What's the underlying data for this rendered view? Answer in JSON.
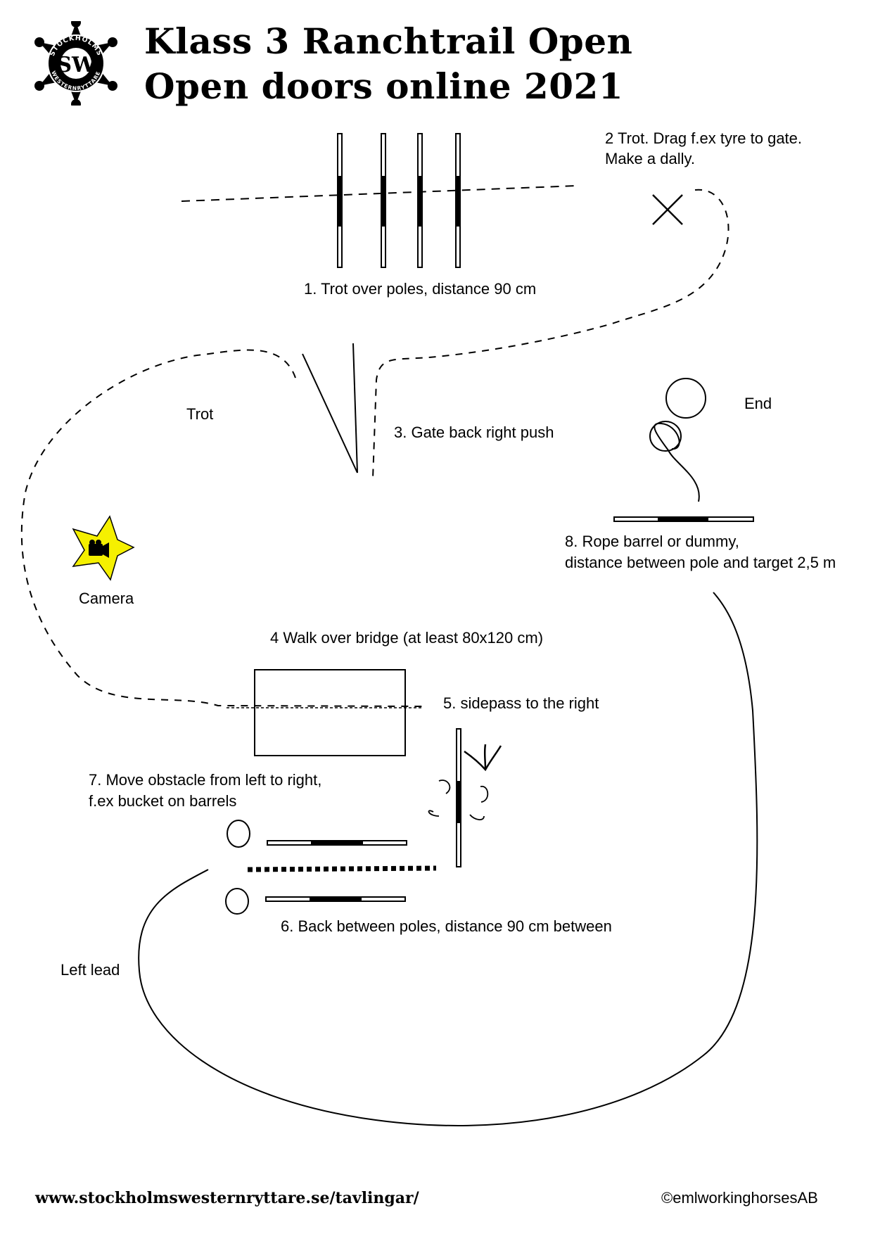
{
  "header": {
    "logo": {
      "icon": "sheriff-star-logo",
      "top_text": "STOCKHOLMS",
      "bottom_text": "WESTERNRYTTARE",
      "monogram": "SW"
    },
    "title_line1": "Klass 3 Ranchtrail Open",
    "title_line2": "Open doors online 2021"
  },
  "labels": {
    "obstacle1": "1. Trot over poles, distance 90 cm",
    "obstacle2_line1": "2 Trot. Drag f.ex tyre to gate.",
    "obstacle2_line2": "Make a dally.",
    "obstacle3": "3. Gate back right push",
    "trot": "Trot",
    "end": "End",
    "camera": "Camera",
    "obstacle8_line1": "8. Rope barrel or dummy,",
    "obstacle8_line2": "distance between pole and target 2,5 m",
    "obstacle4": "4 Walk over bridge (at least 80x120 cm)",
    "obstacle5": "5. sidepass to the right",
    "obstacle7_line1": "7. Move obstacle from left to right,",
    "obstacle7_line2": "f.ex bucket on barrels",
    "obstacle6": "6. Back between poles, distance 90 cm between",
    "left_lead": "Left lead"
  },
  "icons": {
    "camera": "video-camera-icon",
    "camera_star_color": "#f5f000"
  },
  "footer": {
    "url": "www.stockholmswesternryttare.se/tavlingar/",
    "copyright": "©emlworkinghorsesAB"
  }
}
